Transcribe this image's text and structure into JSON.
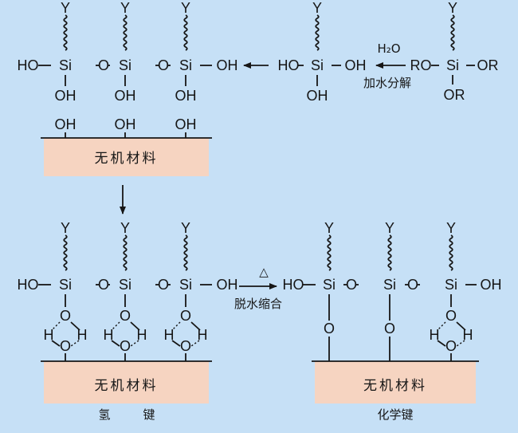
{
  "labels": {
    "hydrolysis_reagent": "H₂O",
    "hydrolysis": "加水分解",
    "condensation_symbol": "△",
    "condensation": "脱水缩合",
    "substrate": "无机材料",
    "hydrogen_bond_char1": "氢",
    "hydrogen_bond_char2": "键",
    "chemical_bond": "化学键"
  },
  "atoms": {
    "silicon": "Si",
    "organic_group": "Y",
    "hydroxyl": "OH",
    "hydroxyl_left": "HO",
    "alkoxy": "OR",
    "alkoxy_left": "RO",
    "oxygen": "O",
    "hydrogen": "H"
  },
  "colors": {
    "background": "#c6e0f6",
    "substrate": "#f6d4c1",
    "ink": "#161616"
  }
}
